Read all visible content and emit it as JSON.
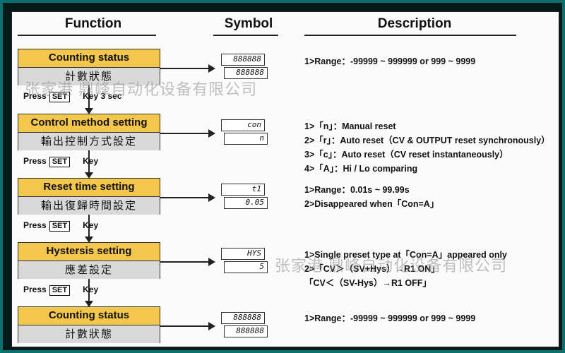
{
  "headers": {
    "function": "Function",
    "symbol": "Symbol",
    "description": "Description"
  },
  "steps": [
    {
      "en": "Counting status",
      "zh": "計數狀態",
      "seg_top": "888888",
      "seg_bot": "888888",
      "desc": [
        "1>Range：-99999 ~ 999999 or  999 ~ 9999"
      ]
    },
    {
      "en": "Control method setting",
      "zh": "輸出控制方式設定",
      "seg_top": "con",
      "seg_bot": "n",
      "desc": [
        "1>「n」：Manual reset",
        "2>「r」：Auto reset（CV & OUTPUT reset synchronously）",
        "3>「c」：Auto reset（CV reset instantaneously）",
        "4>「A」：Hi / Lo comparing"
      ]
    },
    {
      "en": "Reset  time  setting",
      "zh": "輸出復歸時間設定",
      "seg_top": "t1",
      "seg_bot": "0.05",
      "desc": [
        "1>Range：0.01s ~ 99.99s",
        "2>Disappeared when「Con=A」"
      ]
    },
    {
      "en": "Hystersis  setting",
      "zh": "應差設定",
      "seg_top": "HYS",
      "seg_bot": "5",
      "desc": [
        "1>Single preset type at「Con=A」appeared only",
        "2>「CV＞（SV+Hys）→R1 ON」",
        "   「CV＜（SV-Hys）→R1 OFF」"
      ]
    },
    {
      "en": "Counting status",
      "zh": "計數狀態",
      "seg_top": "888888",
      "seg_bot": "888888",
      "desc": [
        "1>Range：-99999 ~ 999999 or  999 ~ 9999"
      ]
    }
  ],
  "transitions": [
    {
      "press": "Press",
      "key_label": "SET",
      "suffix": "Key 3 sec"
    },
    {
      "press": "Press",
      "key_label": "SET",
      "suffix": "Key"
    },
    {
      "press": "Press",
      "key_label": "SET",
      "suffix": "Key"
    },
    {
      "press": "Press",
      "key_label": "SET",
      "suffix": "Key"
    }
  ],
  "watermarks": [
    "张家港 鼎峰自动化设备有限公司",
    "张家港 鼎峰自动化设备有限公司"
  ]
}
